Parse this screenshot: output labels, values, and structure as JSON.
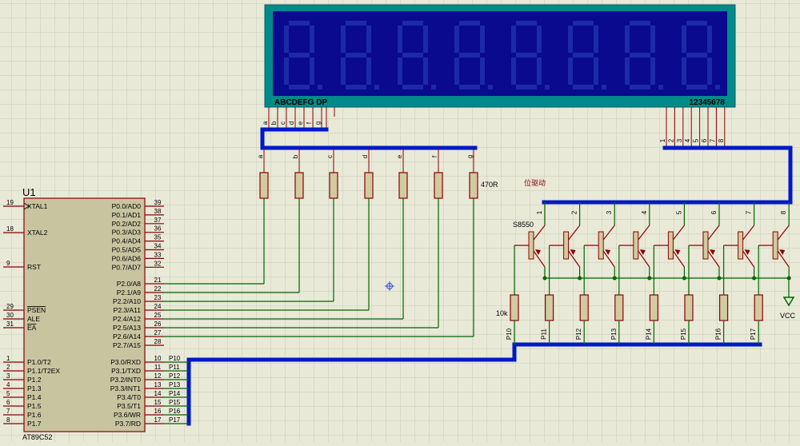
{
  "colors": {
    "background": "#e9e9d8",
    "grid": "#c9c9b7",
    "bus": "#0019c7",
    "wire": "#006600",
    "component_outline": "#8b0000",
    "component_fill": "#d2caa0",
    "chip_fill": "#c8c4a0",
    "lcd_frame": "#008b8b",
    "lcd_screen": "#0a0a8e",
    "lcd_segment": "#1b2aa6",
    "label": "#000000",
    "annotation": "#8b0000"
  },
  "icons": {
    "transistor": "pnp-transistor-icon",
    "resistor": "resistor-icon",
    "power": "vcc-power-icon",
    "cursor": "crosshair-cursor-icon"
  },
  "display": {
    "segment_label": "ABCDEFG DP",
    "digit_label": "12345678",
    "segment_pins": [
      "a",
      "b",
      "c",
      "d",
      "e",
      "f",
      "g"
    ],
    "digit_pins": [
      "1",
      "2",
      "3",
      "4",
      "5",
      "6",
      "7",
      "8"
    ],
    "digit_count": 8
  },
  "chip": {
    "ref": "U1",
    "part": "AT89C52",
    "left_pins": [
      {
        "num": "19",
        "name": "XTAL1"
      },
      {
        "num": "18",
        "name": "XTAL2"
      },
      {
        "num": "9",
        "name": "RST"
      },
      {
        "num": "29",
        "name": "PSEN"
      },
      {
        "num": "30",
        "name": "ALE"
      },
      {
        "num": "31",
        "name": "EA"
      },
      {
        "num": "1",
        "name": "P1.0/T2"
      },
      {
        "num": "2",
        "name": "P1.1/T2EX"
      },
      {
        "num": "3",
        "name": "P1.2"
      },
      {
        "num": "4",
        "name": "P1.3"
      },
      {
        "num": "5",
        "name": "P1.4"
      },
      {
        "num": "6",
        "name": "P1.5"
      },
      {
        "num": "7",
        "name": "P1.6"
      },
      {
        "num": "8",
        "name": "P1.7"
      }
    ],
    "right_pins": [
      {
        "num": "39",
        "name": "P0.0/AD0"
      },
      {
        "num": "38",
        "name": "P0.1/AD1"
      },
      {
        "num": "37",
        "name": "P0.2/AD2"
      },
      {
        "num": "36",
        "name": "P0.3/AD3"
      },
      {
        "num": "35",
        "name": "P0.4/AD4"
      },
      {
        "num": "34",
        "name": "P0.5/AD5"
      },
      {
        "num": "33",
        "name": "P0.6/AD6"
      },
      {
        "num": "32",
        "name": "P0.7/AD7"
      },
      {
        "num": "21",
        "name": "P2.0/A8"
      },
      {
        "num": "22",
        "name": "P2.1/A9"
      },
      {
        "num": "23",
        "name": "P2.2/A10"
      },
      {
        "num": "24",
        "name": "P2.3/A11"
      },
      {
        "num": "25",
        "name": "P2.4/A12"
      },
      {
        "num": "26",
        "name": "P2.5/A13"
      },
      {
        "num": "27",
        "name": "P2.6/A14"
      },
      {
        "num": "28",
        "name": "P2.7/A15"
      },
      {
        "num": "10",
        "name": "P3.0/RXD"
      },
      {
        "num": "11",
        "name": "P3.1/TXD"
      },
      {
        "num": "12",
        "name": "P3.2/INT0"
      },
      {
        "num": "13",
        "name": "P3.3/INT1"
      },
      {
        "num": "14",
        "name": "P3.4/T0"
      },
      {
        "num": "15",
        "name": "P3.5/T1"
      },
      {
        "num": "16",
        "name": "P3.6/WR"
      },
      {
        "num": "17",
        "name": "P3.7/RD"
      }
    ]
  },
  "p3_net_labels": [
    "P10",
    "P11",
    "P12",
    "P13",
    "P14",
    "P15",
    "P16",
    "P17"
  ],
  "segment_net_labels": [
    "a",
    "b",
    "c",
    "d",
    "e",
    "f",
    "g"
  ],
  "segment_resistor_value": "470R",
  "drive_label": "位驱动",
  "transistor_part": "S8550",
  "base_resistor_value": "10k",
  "base_net_labels": [
    "P10",
    "P11",
    "P12",
    "P13",
    "P14",
    "P15",
    "P16",
    "P17"
  ],
  "collector_labels": [
    "1",
    "2",
    "3",
    "4",
    "5",
    "6",
    "7",
    "8"
  ],
  "power_label": "VCC"
}
